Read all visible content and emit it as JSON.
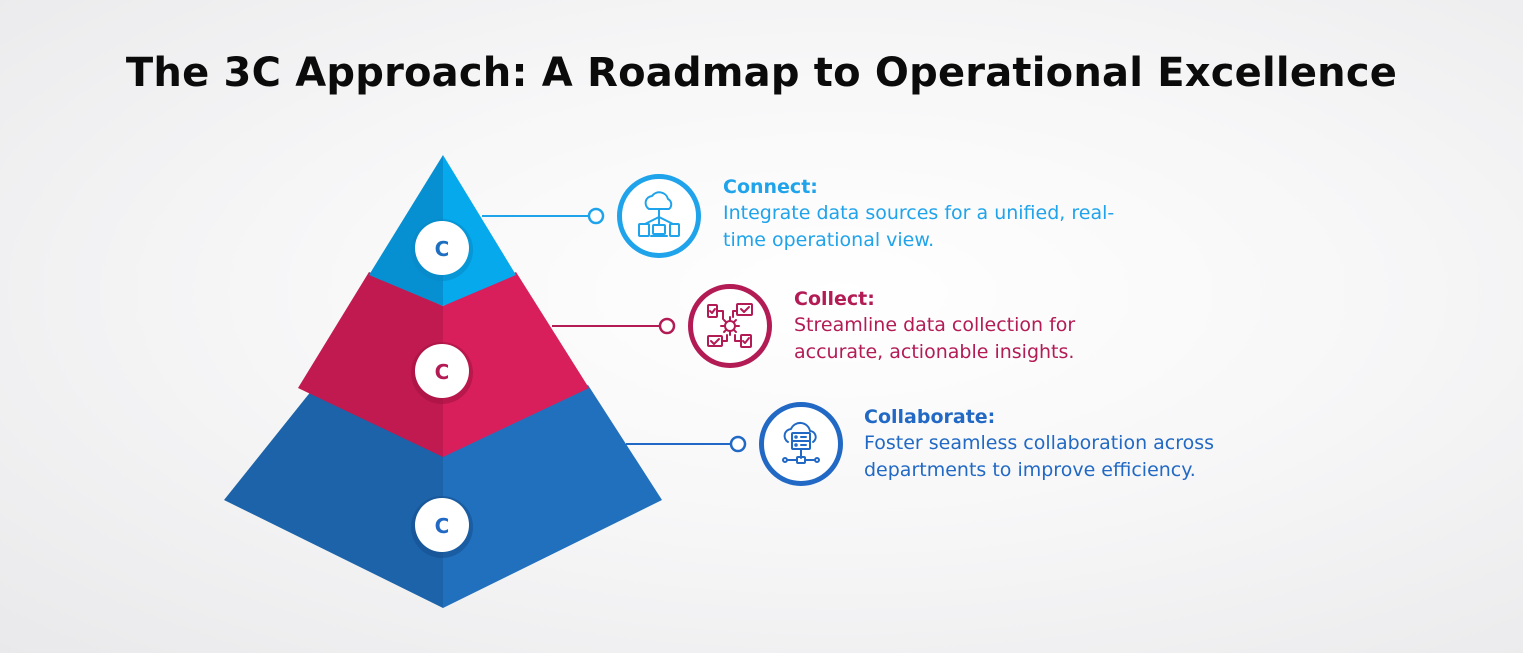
{
  "title": "The 3C Approach: A Roadmap to Operational Excellence",
  "colors": {
    "connect": "#1fa3ea",
    "collect": "#b31b55",
    "collaborate": "#2169c4"
  },
  "pyramid_letter": "C",
  "steps": [
    {
      "title": "Connect:",
      "description": "Integrate data sources for a unified, real-time operational view.",
      "icon": "cloud-network-icon"
    },
    {
      "title": "Collect:",
      "description": "Streamline data collection for accurate, actionable insights.",
      "icon": "data-collection-gear-icon"
    },
    {
      "title": "Collaborate:",
      "description": "Foster seamless collaboration across departments to improve efficiency.",
      "icon": "cloud-server-icon"
    }
  ]
}
